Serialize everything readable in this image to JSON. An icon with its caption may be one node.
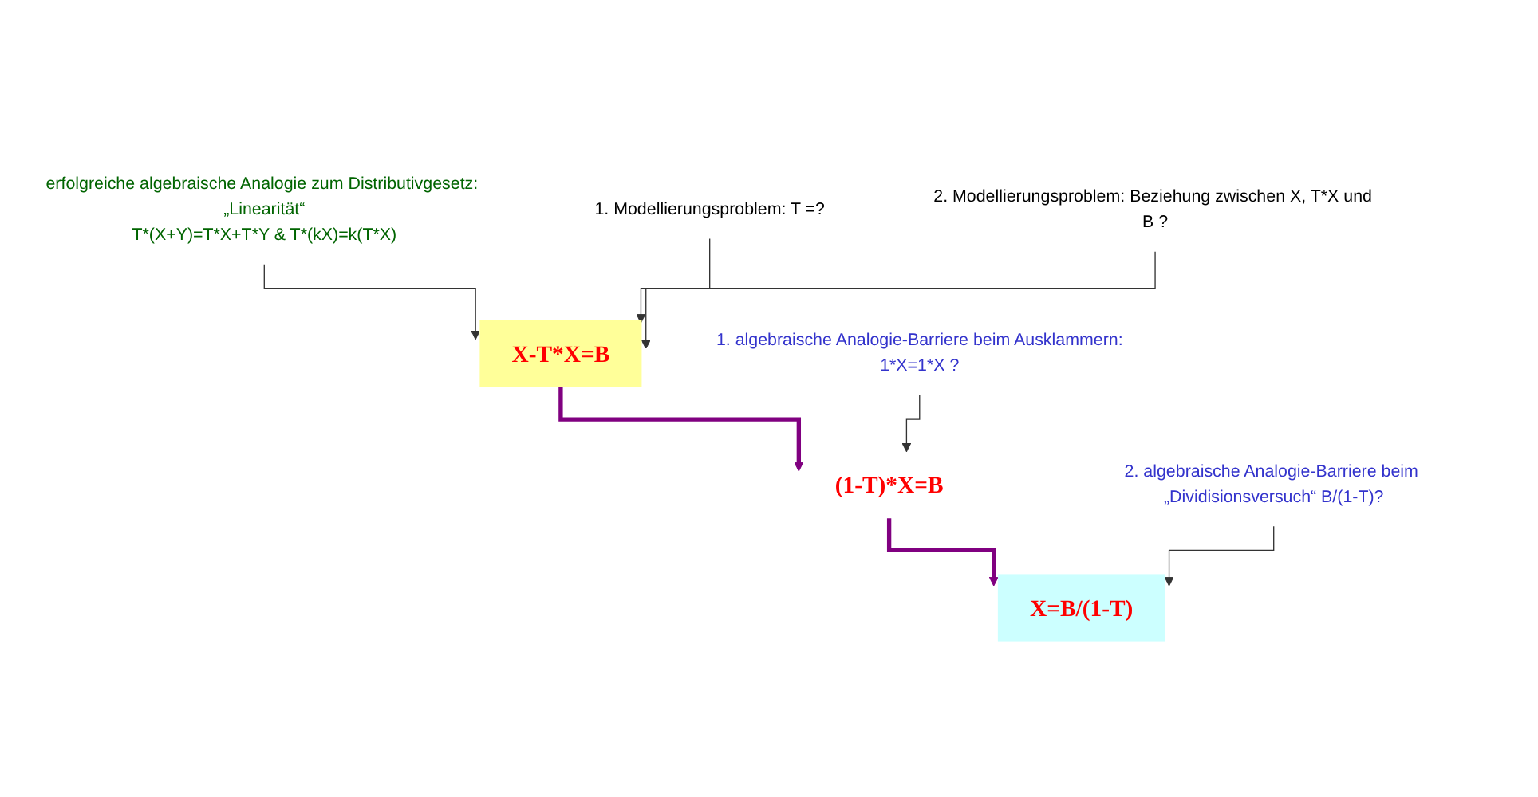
{
  "diagram": {
    "nodes": [
      {
        "text": [
          "erfolgreiche algebraische Analogie zum Distributivgesetz: „Linearität“",
          "T*(X+Y)=T*X+T*Y & T*(kX)=k(T*X)"
        ]
      },
      {
        "text": [
          "1. Modellierungsproblem: T =?"
        ]
      },
      {
        "text": [
          "2. Modellierungsproblem: Beziehung zwischen X, T*X und B ?"
        ]
      },
      {
        "text": [
          "X-T*X=B"
        ]
      },
      {
        "text": [
          "1. algebraische Analogie-Barriere beim Ausklammern:",
          "1*X=1*X ?"
        ]
      },
      {
        "text": [
          "(1-T)*X=B"
        ]
      },
      {
        "text": [
          "2. algebraische Analogie-Barriere beim „Dividisionsversuch“ B/(1-T)?"
        ]
      },
      {
        "text": [
          "X=B/(1-T)"
        ]
      }
    ],
    "edges": [
      {
        "from": 0,
        "to": 3,
        "arrow": "to"
      },
      {
        "from": 1,
        "to": 3,
        "arrow": "to"
      },
      {
        "from": 2,
        "to": 3,
        "arrow": "to"
      },
      {
        "from": 3,
        "to": 5,
        "arrow": "to",
        "style": "thick",
        "color": "#800080"
      },
      {
        "from": 4,
        "to": 5,
        "arrow": "to"
      },
      {
        "from": 5,
        "to": 7,
        "arrow": "to",
        "style": "thick",
        "color": "#800080"
      },
      {
        "from": 6,
        "to": 7,
        "arrow": "to"
      }
    ]
  }
}
